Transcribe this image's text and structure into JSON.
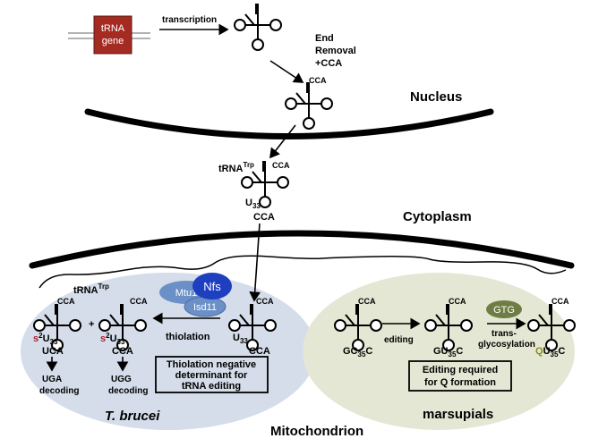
{
  "gene_label_line1": "tRNA",
  "gene_label_line2": "gene",
  "transcription": "transcription",
  "end_removal": [
    "End",
    "Removal",
    "+CCA"
  ],
  "cca": "CCA",
  "nucleus": "Nucleus",
  "cytoplasm": "Cytoplasm",
  "mitochondrion": "Mitochondrion",
  "trna_trp_main": "tRNA",
  "trna_trp_sup": "Trp",
  "u33": "U",
  "sub33": "33",
  "cca_under": "CCA",
  "tb_trna_trp": "tRNA",
  "mtu1": "Mtu1",
  "nfs": "Nfs",
  "isd11": "Isd11",
  "thiolation": "thiolation",
  "s2u33_s": "s",
  "s2u33_sup": "2",
  "s2u33_u": "U",
  "uca": "UCA",
  "uga_decoding": [
    "UGA",
    "decoding"
  ],
  "ugg_decoding": [
    "UGG",
    "decoding"
  ],
  "plus": "+",
  "thiolation_box": [
    "Thiolation negative",
    "determinant for",
    "tRNA editing"
  ],
  "t_brucei": "T. brucei",
  "gc35c_g": "GC",
  "gc35c_sub": "35",
  "gc35c_c": "C",
  "gu35c_g": "GU",
  "qu35c_q": "Q",
  "qu35c_u": "U",
  "editing": "editing",
  "gtg": "GTG",
  "transglyco": [
    "trans-",
    "glycosylation"
  ],
  "editing_box": [
    "Editing required",
    "for Q formation"
  ],
  "marsupials": "marsupials",
  "colors": {
    "gene_fill": "#a52a22",
    "tbrucei_fill": "#d4dde9",
    "marsupial_fill": "#e4e7d3",
    "enzyme_light": "#6b8fc7",
    "enzyme_dark": "#1e3fbf",
    "gtg_fill": "#6f7d44",
    "s_red": "#b0202a",
    "q_olive": "#8a8a1a"
  }
}
